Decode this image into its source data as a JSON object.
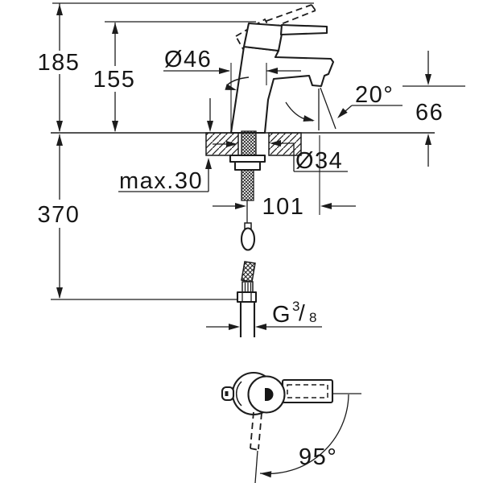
{
  "drawing": {
    "type": "faucet-technical-dimension-drawing",
    "line_color": "#1c1c1c",
    "background": "#ffffff",
    "dimensions": {
      "overall_height": "185",
      "lever_height": "155",
      "body_diameter": "Ø46",
      "stream_angle": "20°",
      "spout_height": "66",
      "max_deck_thickness": "max.30",
      "hole_diameter": "Ø34",
      "spout_reach": "101",
      "install_depth": "370",
      "thread_letter": "G",
      "thread_numerator": "3",
      "thread_slash": "/",
      "thread_denominator": "8",
      "swivel_angle": "95°"
    }
  }
}
